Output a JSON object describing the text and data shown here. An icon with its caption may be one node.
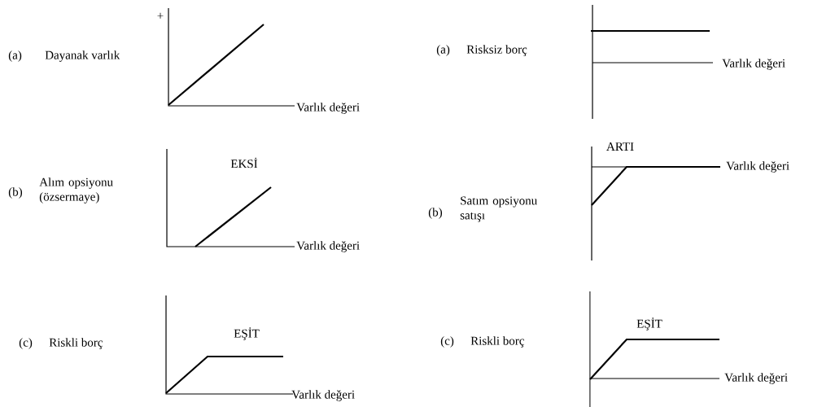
{
  "diagram": {
    "labels": [
      "(a)",
      "Dayanak varlık",
      "+",
      "Varlık değeri",
      "(a)",
      "Risksiz borç",
      "Varlık değeri",
      "(b)",
      "Alım opsiyonu (özsermaye)",
      "EKSİ",
      "Varlık değeri",
      "(b)",
      "Satım opsiyonu satışı",
      "ARTI",
      "Varlık değeri",
      "(c)",
      "Riskli borç",
      "EŞİT",
      "Varlık değeri",
      "(c)",
      "Riskli borç",
      "EŞİT",
      "Varlık değeri"
    ]
  }
}
